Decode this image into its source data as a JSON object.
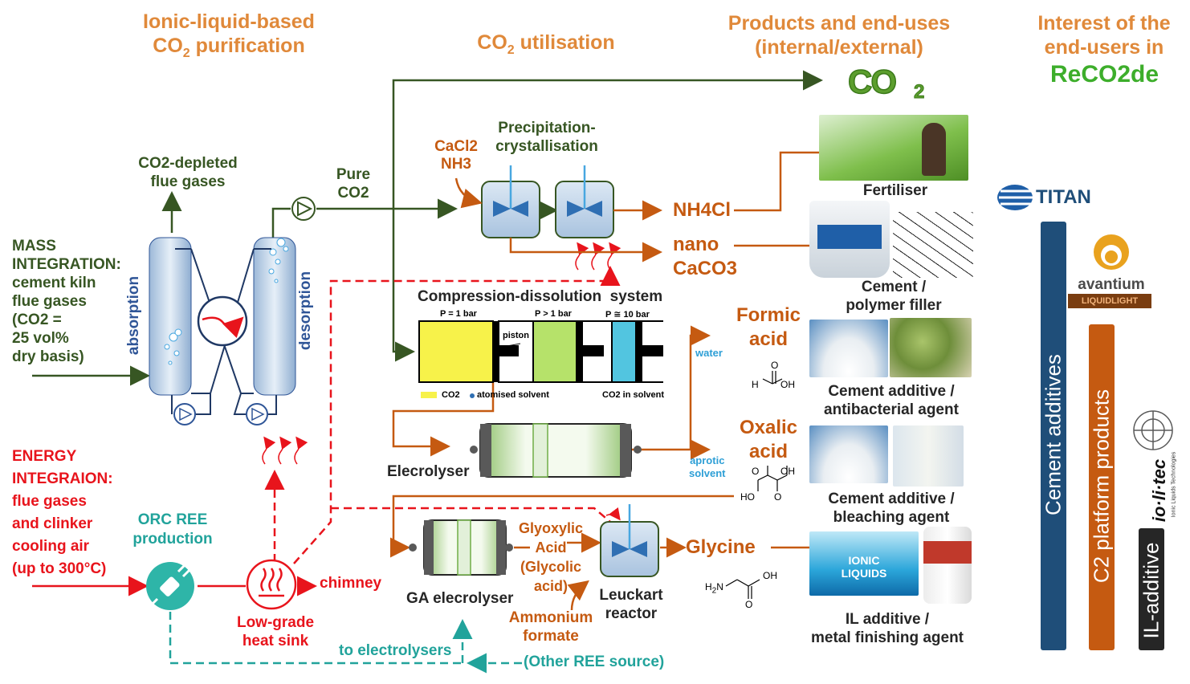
{
  "headers": {
    "purification_1": "Ionic-liquid-based",
    "purification_2_pre": "CO",
    "purification_2_sub": "2",
    "purification_2_post": " purification",
    "utilisation_pre": "CO",
    "utilisation_sub": "2",
    "utilisation_post": " utilisation",
    "products_1": "Products and end-uses",
    "products_2": "(internal/external)",
    "interest_1": "Interest of the",
    "interest_2": "end-users in"
  },
  "logos": {
    "recode": "ReCO2de",
    "co2_grass": "CO2",
    "titan": "TITAN",
    "avantium": "avantium",
    "liquidlight": "LIQUIDLIGHT",
    "iolitec": "io·li·tec",
    "iolitec_sub": "Ionic Liquids Technologies"
  },
  "left": {
    "mass_integration": [
      "MASS",
      "INTEGRATION:",
      "cement kiln",
      "flue gases",
      "(CO2 =",
      "25 vol%",
      "dry basis)"
    ],
    "energy_integration": [
      "ENERGY",
      "INTEGRAION:",
      "flue gases",
      "and clinker",
      "cooling air",
      "(up to 300°C)"
    ],
    "depleted_1": "CO2-depleted",
    "depleted_2": "flue gases",
    "absorption": "absorption",
    "desorption": "desorption",
    "pure_co2_1": "Pure",
    "pure_co2_2": "CO2",
    "orc_1": "ORC REE",
    "orc_2": "production",
    "sink_1": "Low-grade",
    "sink_2": "heat sink",
    "chimney": "chimney",
    "to_electrolysers": "to electrolysers",
    "other_ree": "(Other REE source)"
  },
  "process": {
    "precip_1": "Precipitation-",
    "precip_2": "crystallisation",
    "cacl2": "CaCl2",
    "nh3": "NH3",
    "nh4cl": "NH4Cl",
    "nano": "nano",
    "caco3": "CaCO3",
    "compression": "Compression-dissolution  system",
    "p1": "P = 1 bar",
    "p2": "P > 1 bar",
    "p3": "P ≅ 10 bar",
    "piston": "piston",
    "leg_co2": "CO2",
    "leg_solvent": "atomised solvent",
    "leg_dissolved": "CO2 in solvent",
    "electrolyser": "Elecrolyser",
    "water": "water",
    "aprotic_1": "aprotic",
    "aprotic_2": "solvent",
    "formic_1": "Formic",
    "formic_2": "acid",
    "oxalic_1": "Oxalic",
    "oxalic_2": "acid",
    "glyoxylic_1": "Glyoxylic",
    "glyoxylic_2": "Acid",
    "glyoxylic_3": "(Glycolic",
    "glyoxylic_4": "acid)",
    "ga_electrolyser": "GA elecrolyser",
    "leuckart_1": "Leuckart",
    "leuckart_2": "reactor",
    "ammonium_1": "Ammonium",
    "ammonium_2": "formate",
    "glycine": "Glycine"
  },
  "products": {
    "fertiliser": "Fertiliser",
    "cement_filler_1": "Cement /",
    "cement_filler_2": "polymer filler",
    "cement_anti_1": "Cement additive /",
    "cement_anti_2": "antibacterial agent",
    "cement_bleach_1": "Cement additive /",
    "cement_bleach_2": "bleaching agent",
    "il_additive_1": "IL additive /",
    "il_additive_2": "metal finishing agent",
    "ionic_liquids": "IONIC LIQUIDS"
  },
  "bars": {
    "cement_additives": "Cement additives",
    "c2_platform": "C2 platform products",
    "il_additive": "IL-additive"
  },
  "colors": {
    "orange_header": "#E0893A",
    "green": "#375623",
    "red": "#E8141C",
    "brown_orange": "#C55A11",
    "teal": "#21A39B",
    "navy_bar": "#1F4E79",
    "orange_bar": "#C55A11",
    "black_bar": "#262626"
  }
}
